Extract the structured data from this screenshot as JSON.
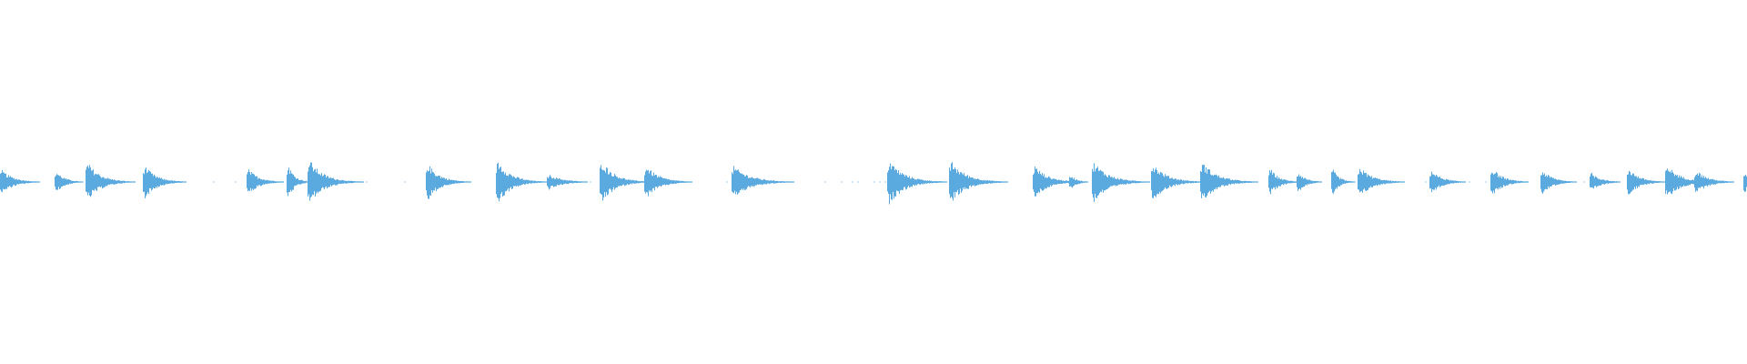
{
  "waveform": {
    "color": "#5aaae0",
    "background": "#ffffff",
    "onsets": [
      {
        "t": 0.0,
        "amp": 0.55,
        "decay": 0.011
      },
      {
        "t": 0.031,
        "amp": 0.5,
        "decay": 0.008
      },
      {
        "t": 0.049,
        "amp": 0.9,
        "decay": 0.012
      },
      {
        "t": 0.082,
        "amp": 0.75,
        "decay": 0.011
      },
      {
        "t": 0.141,
        "amp": 0.6,
        "decay": 0.01
      },
      {
        "t": 0.164,
        "amp": 0.85,
        "decay": 0.006
      },
      {
        "t": 0.176,
        "amp": 1.0,
        "decay": 0.013
      },
      {
        "t": 0.244,
        "amp": 0.85,
        "decay": 0.011
      },
      {
        "t": 0.284,
        "amp": 1.0,
        "decay": 0.012
      },
      {
        "t": 0.313,
        "amp": 0.35,
        "decay": 0.013
      },
      {
        "t": 0.343,
        "amp": 1.0,
        "decay": 0.012
      },
      {
        "t": 0.369,
        "amp": 0.75,
        "decay": 0.012
      },
      {
        "t": 0.419,
        "amp": 0.7,
        "decay": 0.016
      },
      {
        "t": 0.508,
        "amp": 1.0,
        "decay": 0.014
      },
      {
        "t": 0.543,
        "amp": 0.95,
        "decay": 0.014
      },
      {
        "t": 0.591,
        "amp": 0.75,
        "decay": 0.012
      },
      {
        "t": 0.612,
        "amp": 0.35,
        "decay": 0.006
      },
      {
        "t": 0.625,
        "amp": 0.9,
        "decay": 0.014
      },
      {
        "t": 0.659,
        "amp": 0.85,
        "decay": 0.013
      },
      {
        "t": 0.687,
        "amp": 0.9,
        "decay": 0.014
      },
      {
        "t": 0.726,
        "amp": 0.65,
        "decay": 0.008
      },
      {
        "t": 0.742,
        "amp": 0.5,
        "decay": 0.007
      },
      {
        "t": 0.762,
        "amp": 0.65,
        "decay": 0.006
      },
      {
        "t": 0.777,
        "amp": 0.7,
        "decay": 0.012
      },
      {
        "t": 0.818,
        "amp": 0.55,
        "decay": 0.01
      },
      {
        "t": 0.853,
        "amp": 0.65,
        "decay": 0.01
      },
      {
        "t": 0.882,
        "amp": 0.55,
        "decay": 0.01
      },
      {
        "t": 0.91,
        "amp": 0.45,
        "decay": 0.009
      },
      {
        "t": 0.931,
        "amp": 0.65,
        "decay": 0.01
      },
      {
        "t": 0.953,
        "amp": 0.8,
        "decay": 0.012
      },
      {
        "t": 0.97,
        "amp": 0.55,
        "decay": 0.011
      },
      {
        "t": 0.998,
        "amp": 0.6,
        "decay": 0.004
      }
    ]
  }
}
